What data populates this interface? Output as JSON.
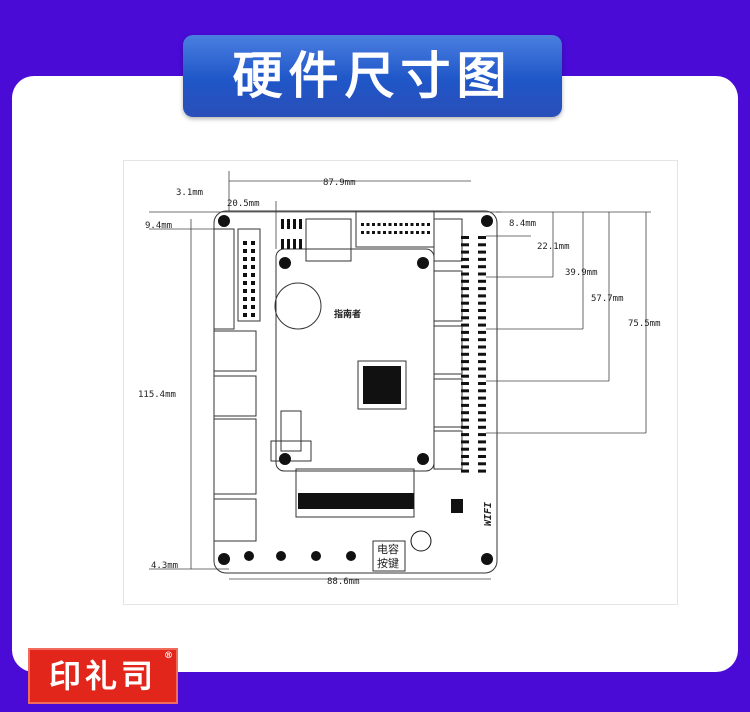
{
  "title": "硬件尺寸图",
  "diagram": {
    "dimensions": {
      "width_top": "87.9mm",
      "width_bottom": "88.6mm",
      "left_offset": "3.1mm",
      "module_offset": "20.5mm",
      "top_offset": "9.4mm",
      "height_left": "115.4mm",
      "bottom_offset": "4.3mm",
      "right_1": "8.4mm",
      "right_2": "22.1mm",
      "right_3": "39.9mm",
      "right_4": "57.7mm",
      "right_5": "75.5mm"
    },
    "labels": {
      "module_name": "指南者",
      "cap_button_line1": "电容",
      "cap_button_line2": "按键",
      "wifi": "WIFI"
    }
  },
  "brand": {
    "name": "印礼司",
    "registered": "®"
  }
}
